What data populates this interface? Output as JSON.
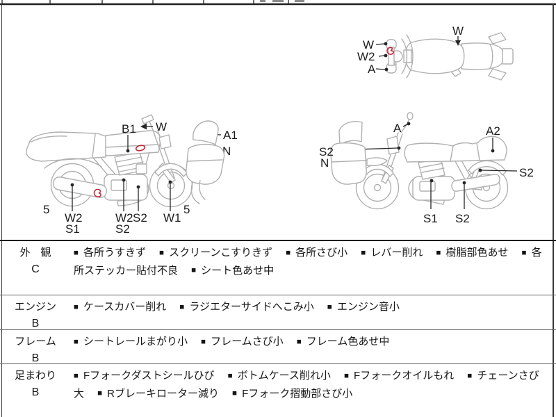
{
  "diagram": {
    "top_view": {
      "labels": {
        "w_handlebar": "W",
        "w2_front": "W2",
        "a_lever": "A",
        "w_tank": "W"
      }
    },
    "left_side_view": {
      "labels": {
        "b1_tank": "B1",
        "w_handlebar": "W",
        "a1_screen": "A1",
        "n_cowl": "N",
        "five_rear": "5",
        "w2_muffler": "W2",
        "s1_muffler": "S1",
        "w2_engine": "W2",
        "s2_frame": "S2",
        "s2_engine": "S2",
        "w1_fork": "W1",
        "five_front": "5"
      }
    },
    "right_side_view": {
      "labels": {
        "a_mirror": "A",
        "a2_tail": "A2",
        "s2_fork": "S2",
        "n_cowl": "N",
        "s2_shock": "S2",
        "s1_engine": "S1",
        "s2_muffler": "S2"
      }
    }
  },
  "condition_table": {
    "bullet": "■",
    "rows": [
      {
        "category": "外　観",
        "grade": "C",
        "notes": [
          "各所うすきず",
          "スクリーンこすりきず",
          "各所さび小",
          "レバー削れ",
          "樹脂部色あせ",
          "各所ステッカー貼付不良",
          "シート色あせ中"
        ]
      },
      {
        "category": "エンジン",
        "grade": "B",
        "notes": [
          "ケースカバー削れ",
          "ラジエターサイドへこみ小",
          "エンジン音小"
        ]
      },
      {
        "category": "フレーム",
        "grade": "B",
        "notes": [
          "シートレールまがり小",
          "フレームさび小",
          "フレーム色あせ中"
        ]
      },
      {
        "category": "足まわり",
        "grade": "B",
        "notes": [
          "Fフォークダストシールひび",
          "ボトムケース削れ小",
          "Fフォークオイルもれ",
          "チェーンさび大",
          "Rブレーキローター減り",
          "Fフォーク摺動部さび小"
        ]
      }
    ]
  },
  "colors": {
    "line_art": "#b0b0b0",
    "label_text": "#1c1c1c",
    "damage_mark": "#c22a3a",
    "border": "#141414",
    "background": "#ffffff"
  }
}
